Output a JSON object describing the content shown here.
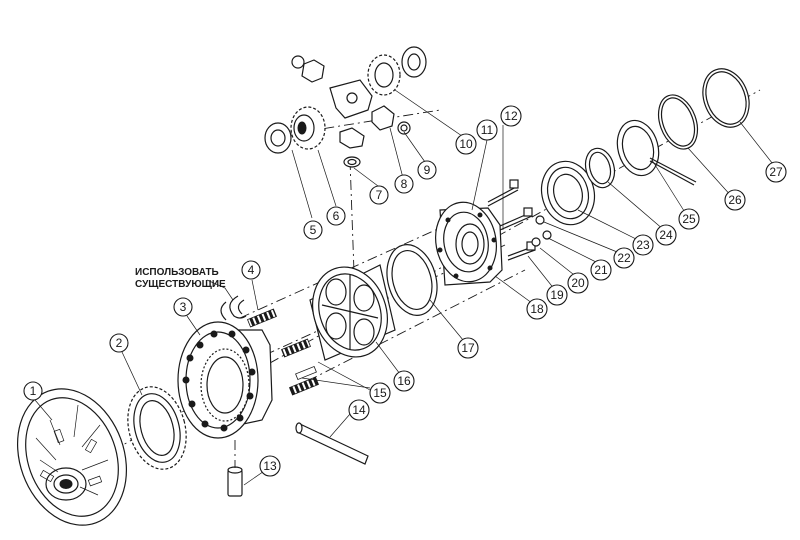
{
  "note": {
    "line1": "ИСПОЛЬЗОВАТЬ",
    "line2": "СУЩЕСТВУЮЩИЕ"
  },
  "callouts": [
    {
      "id": "c1",
      "label": "1"
    },
    {
      "id": "c2",
      "label": "2"
    },
    {
      "id": "c3",
      "label": "3"
    },
    {
      "id": "c4",
      "label": "4"
    },
    {
      "id": "c5",
      "label": "5"
    },
    {
      "id": "c6",
      "label": "6"
    },
    {
      "id": "c7",
      "label": "7"
    },
    {
      "id": "c8",
      "label": "8"
    },
    {
      "id": "c9",
      "label": "9"
    },
    {
      "id": "c10",
      "label": "10"
    },
    {
      "id": "c11",
      "label": "11"
    },
    {
      "id": "c12",
      "label": "12"
    },
    {
      "id": "c13",
      "label": "13"
    },
    {
      "id": "c14",
      "label": "14"
    },
    {
      "id": "c15",
      "label": "15"
    },
    {
      "id": "c16",
      "label": "16"
    },
    {
      "id": "c17",
      "label": "17"
    },
    {
      "id": "c18",
      "label": "18"
    },
    {
      "id": "c19",
      "label": "19"
    },
    {
      "id": "c20",
      "label": "20"
    },
    {
      "id": "c21",
      "label": "21"
    },
    {
      "id": "c22",
      "label": "22"
    },
    {
      "id": "c23",
      "label": "23"
    },
    {
      "id": "c24",
      "label": "24"
    },
    {
      "id": "c25",
      "label": "25"
    },
    {
      "id": "c26",
      "label": "26"
    },
    {
      "id": "c27",
      "label": "27"
    }
  ]
}
